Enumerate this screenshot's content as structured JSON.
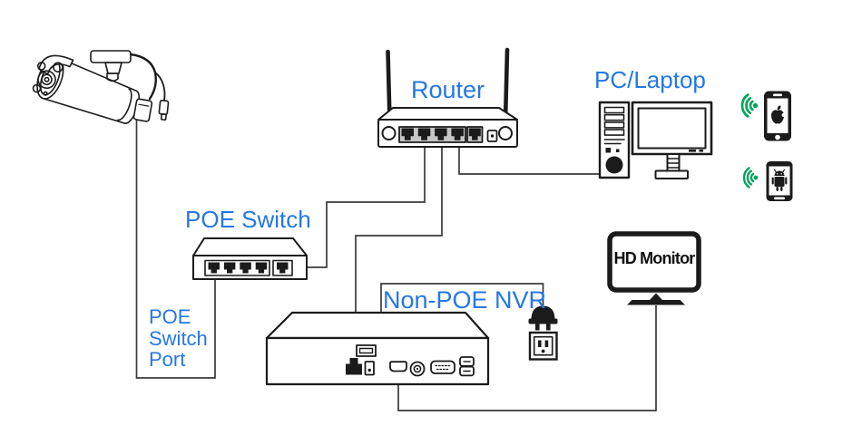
{
  "labels": {
    "router": "Router",
    "pc_laptop": "PC/Laptop",
    "poe_switch": "POE Switch",
    "poe_switch_port": [
      "POE",
      "Switch",
      "Port"
    ],
    "non_poe_nvr": "Non-POE NVR",
    "hd_monitor": "HD Monitor"
  },
  "icons": [
    "camera-icon",
    "router-icon",
    "poe-switch-icon",
    "pc-tower-icon",
    "pc-monitor-icon",
    "iphone-icon",
    "android-phone-icon",
    "wifi-signal-icon",
    "nvr-icon",
    "power-plug-icon",
    "power-outlet-icon",
    "hd-monitor-icon"
  ],
  "connections": [
    {
      "from": "ip-camera",
      "to": "poe-switch",
      "type": "ethernet",
      "note": "POE Switch Port"
    },
    {
      "from": "poe-switch",
      "to": "router",
      "type": "ethernet"
    },
    {
      "from": "router",
      "to": "non-poe-nvr",
      "type": "ethernet"
    },
    {
      "from": "router",
      "to": "pc-laptop",
      "type": "ethernet"
    },
    {
      "from": "non-poe-nvr",
      "to": "power-outlet",
      "type": "power"
    },
    {
      "from": "non-poe-nvr",
      "to": "hd-monitor",
      "type": "hdmi"
    },
    {
      "from": "iphone",
      "to": "router",
      "type": "wifi"
    },
    {
      "from": "android-phone",
      "to": "router",
      "type": "wifi"
    }
  ],
  "colors": {
    "label_blue": "#2577E6",
    "wifi_green": "#00A65A",
    "artwork_ink": "#1B1B1B",
    "wire_gray": "#3A3A3A",
    "port_gray": "#C7C7C7",
    "background": "#FFFFFF"
  }
}
